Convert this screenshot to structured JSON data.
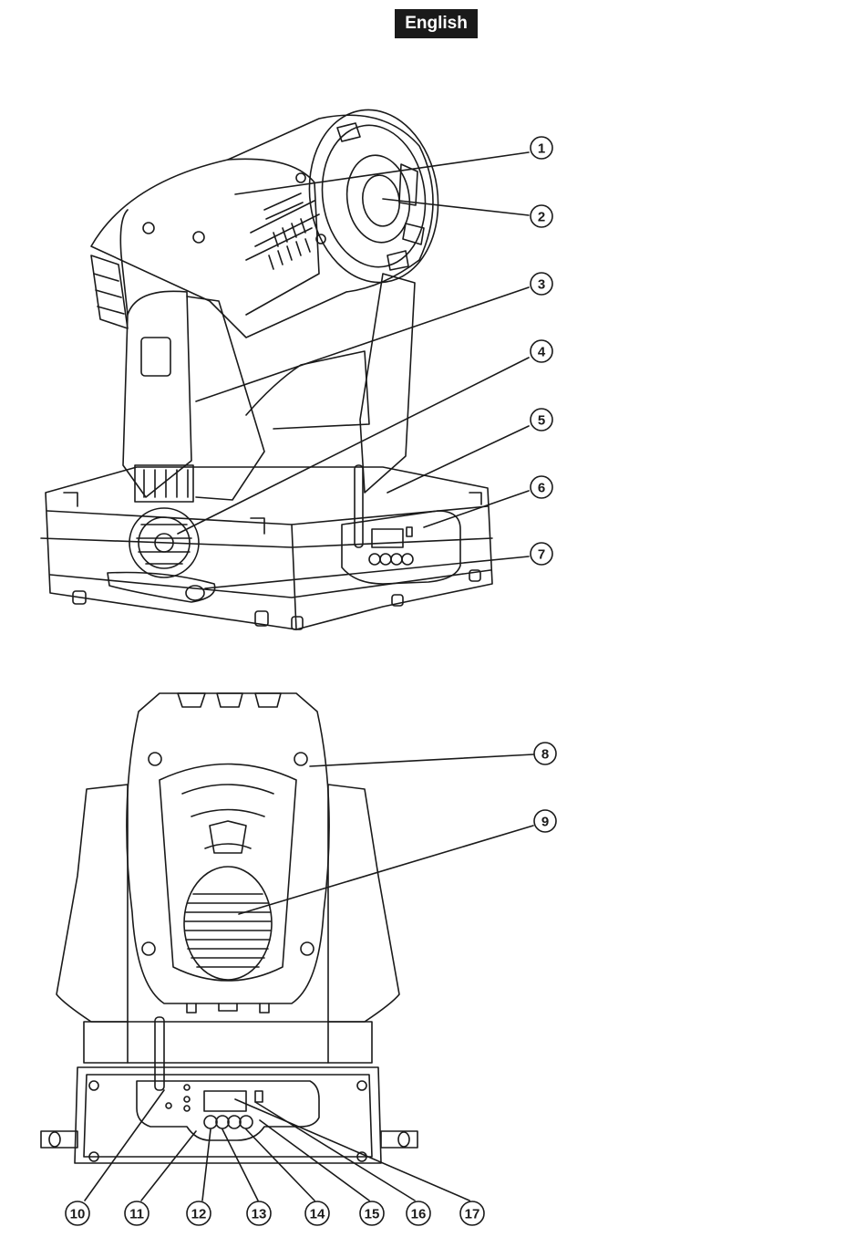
{
  "header": {
    "language_label": "English"
  },
  "callouts_top": [
    "1",
    "2",
    "3",
    "4",
    "5",
    "6",
    "7"
  ],
  "callouts_front": [
    "8",
    "9"
  ],
  "callouts_bottom": [
    "10",
    "11",
    "12",
    "13",
    "14",
    "15",
    "16",
    "17"
  ],
  "colors": {
    "badge_bg": "#1a1a1a",
    "line": "#1a1a1a"
  }
}
